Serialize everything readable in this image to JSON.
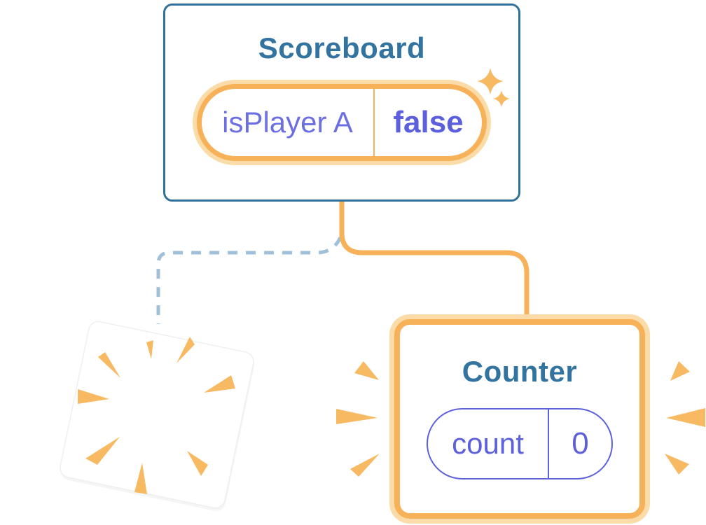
{
  "diagram": {
    "scoreboard": {
      "title": "Scoreboard",
      "state": {
        "name": "isPlayer A",
        "value": "false"
      }
    },
    "counter": {
      "title": "Counter",
      "state": {
        "name": "count",
        "value": "0"
      }
    }
  },
  "colors": {
    "component_border_blue": "#31709A",
    "component_title_blue": "#33739F",
    "state_pill_orange": "#F6B159",
    "state_pill_orange_glow": "#FBDCA9",
    "state_name_purple": "#6C6FE2",
    "state_value_purple": "#5B5FDC",
    "count_pill_purple": "#5C60DB",
    "connector_orange": "#F6B159",
    "connector_dashed_blue": "#A0C0DA",
    "burst_orange": "#F7BA62",
    "background": "#FFFFFF"
  },
  "icons": {
    "sparkle": "sparkle-icon",
    "burst": "burst-ray-icon"
  }
}
